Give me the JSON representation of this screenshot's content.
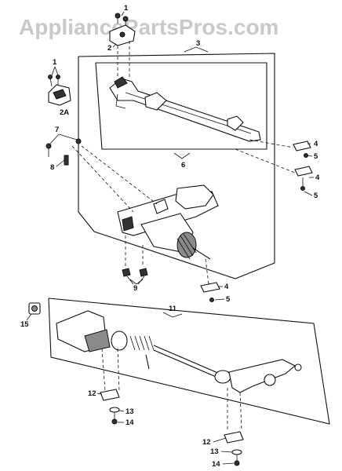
{
  "watermark": "AppliancePartsPros.com",
  "callouts": {
    "c1_top": "1",
    "c2_top": "2",
    "c1_left": "1",
    "c2a": "2A",
    "c3": "3",
    "c4_a": "4",
    "c5_a": "5",
    "c6": "6",
    "c4_b": "4",
    "c5_b": "5",
    "c7": "7",
    "c8": "8",
    "c9": "9",
    "c4_c": "4",
    "c5_c": "5",
    "c11": "11",
    "c15": "15",
    "c12_a": "12",
    "c13_a": "13",
    "c14_a": "14",
    "c12_b": "12",
    "c13_b": "13",
    "c14_b": "14"
  }
}
